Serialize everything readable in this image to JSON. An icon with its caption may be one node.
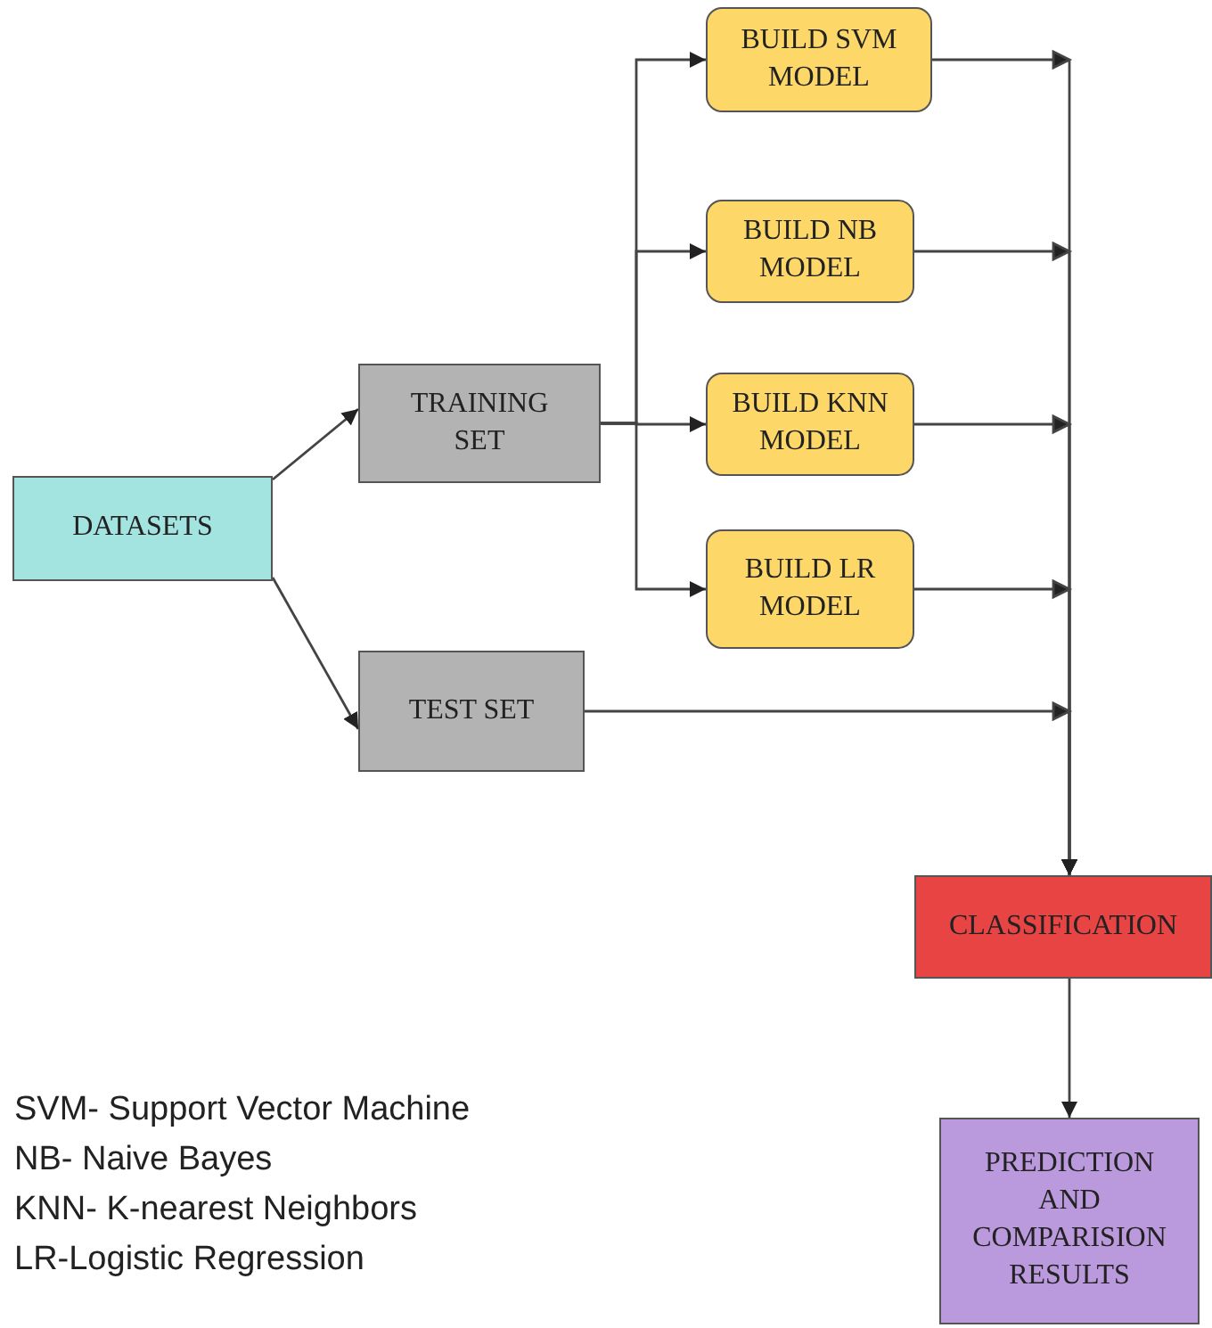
{
  "diagram": {
    "nodes": [
      {
        "text": [
          "DATASETS"
        ]
      },
      {
        "text": [
          "TRAINING SET"
        ]
      },
      {
        "text": [
          "TEST SET"
        ]
      },
      {
        "text": [
          "BUILD SVM MODEL"
        ]
      },
      {
        "text": [
          "BUILD NB MODEL"
        ]
      },
      {
        "text": [
          "BUILD KNN MODEL"
        ]
      },
      {
        "text": [
          "BUILD LR MODEL"
        ]
      },
      {
        "text": [
          "CLASSIFICATION"
        ]
      },
      {
        "text": [
          "PREDICTION AND COMPARISION RESULTS"
        ]
      }
    ],
    "edges": [
      {
        "from": 0,
        "to": 1,
        "arrow": "to"
      },
      {
        "from": 0,
        "to": 2,
        "arrow": "to"
      },
      {
        "from": 1,
        "to": 3,
        "arrow": "to"
      },
      {
        "from": 1,
        "to": 4,
        "arrow": "to"
      },
      {
        "from": 1,
        "to": 5,
        "arrow": "to"
      },
      {
        "from": 1,
        "to": 6,
        "arrow": "to"
      },
      {
        "from": 3,
        "to": 7,
        "arrow": "to"
      },
      {
        "from": 4,
        "to": 7,
        "arrow": "to"
      },
      {
        "from": 5,
        "to": 7,
        "arrow": "to"
      },
      {
        "from": 6,
        "to": 7,
        "arrow": "to"
      },
      {
        "from": 2,
        "to": 7,
        "arrow": "to"
      },
      {
        "from": 7,
        "to": 8,
        "arrow": "to"
      }
    ],
    "labels": [
      "SVM- Support Vector Machine",
      "NB- Naive Bayes",
      "KNN- K-nearest Neighbors",
      "LR-Logistic Regression"
    ]
  }
}
